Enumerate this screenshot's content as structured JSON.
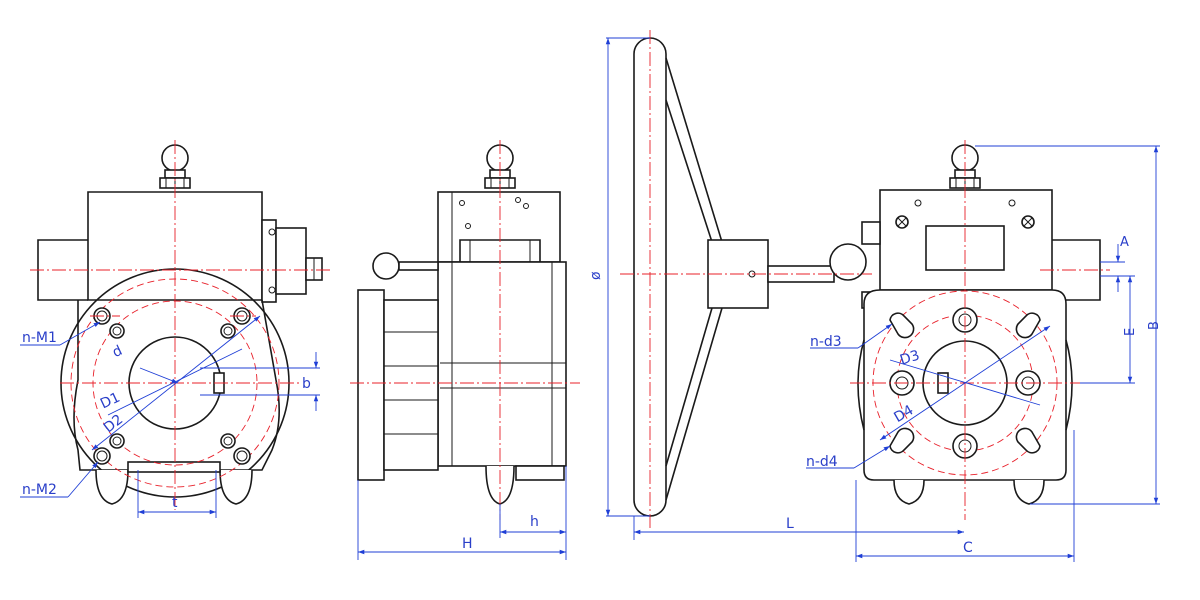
{
  "labels": {
    "n_m1": "n-M1",
    "n_m2": "n-M2",
    "d": "d",
    "b": "b",
    "D1": "D1",
    "D2": "D2",
    "t": "t",
    "h": "h",
    "H": "H",
    "phi": "ø",
    "L": "L",
    "C": "C",
    "A": "A",
    "E": "E",
    "B": "B",
    "n_d3": "n-d3",
    "n_d4": "n-d4",
    "D3": "D3",
    "D4": "D4"
  },
  "colors": {
    "outline": "#1a1a1a",
    "centerline": "#e8202a",
    "dimension": "#1f3fd6"
  }
}
